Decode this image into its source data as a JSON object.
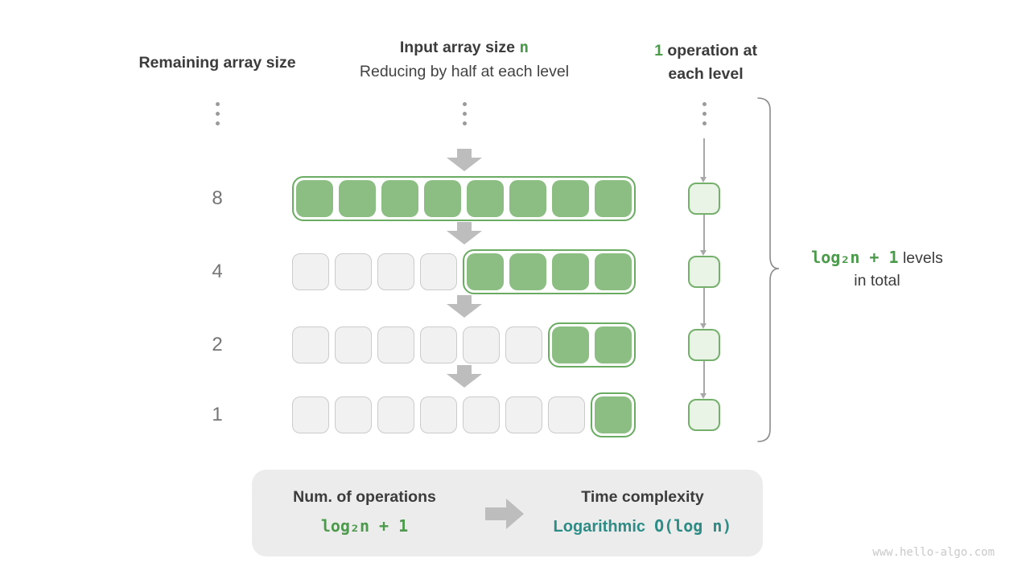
{
  "colors": {
    "green_fill": "#8CBE83",
    "green_border": "#6BAC63",
    "green_text": "#4C9B4C",
    "teal_text": "#2E8C86",
    "cell_gray_fill": "#F1F1F1",
    "cell_gray_border": "#CBCBCB",
    "op_fill": "#E9F3E6",
    "op_border": "#74B06C",
    "arrow_gray": "#BDBDBD",
    "line_gray": "#A8A8A8",
    "brace_gray": "#8B8B8B",
    "text_dark": "#3C3C3C",
    "text_mid_gray": "#757575",
    "panel_gray": "#ECECEC",
    "watermark_gray": "#C9C9C9"
  },
  "headers": {
    "left": "Remaining array size",
    "middle_title": "Input array size",
    "middle_accent": "n",
    "middle_sub": "Reducing by half at each level",
    "right_accent": "1",
    "right_line1": "operation at",
    "right_line2": "each level"
  },
  "rows": [
    {
      "label": "8",
      "gray_cells": 0,
      "green_cells": 8
    },
    {
      "label": "4",
      "gray_cells": 4,
      "green_cells": 4
    },
    {
      "label": "2",
      "gray_cells": 6,
      "green_cells": 2
    },
    {
      "label": "1",
      "gray_cells": 7,
      "green_cells": 1
    }
  ],
  "brace_label": {
    "accent": "log₂n + 1",
    "text": "levels",
    "line2": "in total"
  },
  "summary": {
    "left_title": "Num. of operations",
    "left_value": "log₂n + 1",
    "right_title": "Time complexity",
    "right_word": "Logarithmic",
    "right_code": "O(log n)"
  },
  "watermark": "www.hello-algo.com"
}
